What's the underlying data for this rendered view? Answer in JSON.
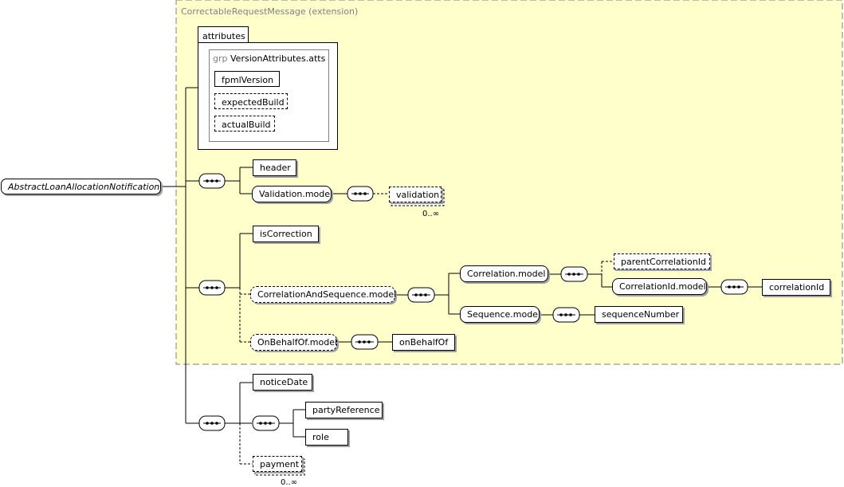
{
  "extension_label": "CorrectableRequestMessage (extension)",
  "attributes": {
    "tab_label": "attributes",
    "group_keyword": "grp",
    "group_name": "VersionAttributes.atts",
    "items": [
      "fpmlVersion",
      "expectedBuild",
      "actualBuild"
    ]
  },
  "root": "AbstractLoanAllocationNotification",
  "elements": {
    "header": "header",
    "validation_model": "Validation.model",
    "validation": "validation",
    "validation_occ": "0..∞",
    "is_correction": "isCorrection",
    "correlation_and_sequence_model": "CorrelationAndSequence.model",
    "correlation_model": "Correlation.model",
    "parent_correlation_id": "parentCorrelationId",
    "correlation_id_model": "CorrelationId.model",
    "correlation_id": "correlationId",
    "sequence_model": "Sequence.model",
    "sequence_number": "sequenceNumber",
    "on_behalf_of_model": "OnBehalfOf.model",
    "on_behalf_of": "onBehalfOf",
    "notice_date": "noticeDate",
    "party_reference": "partyReference",
    "role": "role",
    "payment": "payment",
    "payment_occ": "0..∞"
  },
  "colors": {
    "extension_background": "#ffffcc",
    "extension_border": "#7f7f7f",
    "line": "#000000"
  }
}
